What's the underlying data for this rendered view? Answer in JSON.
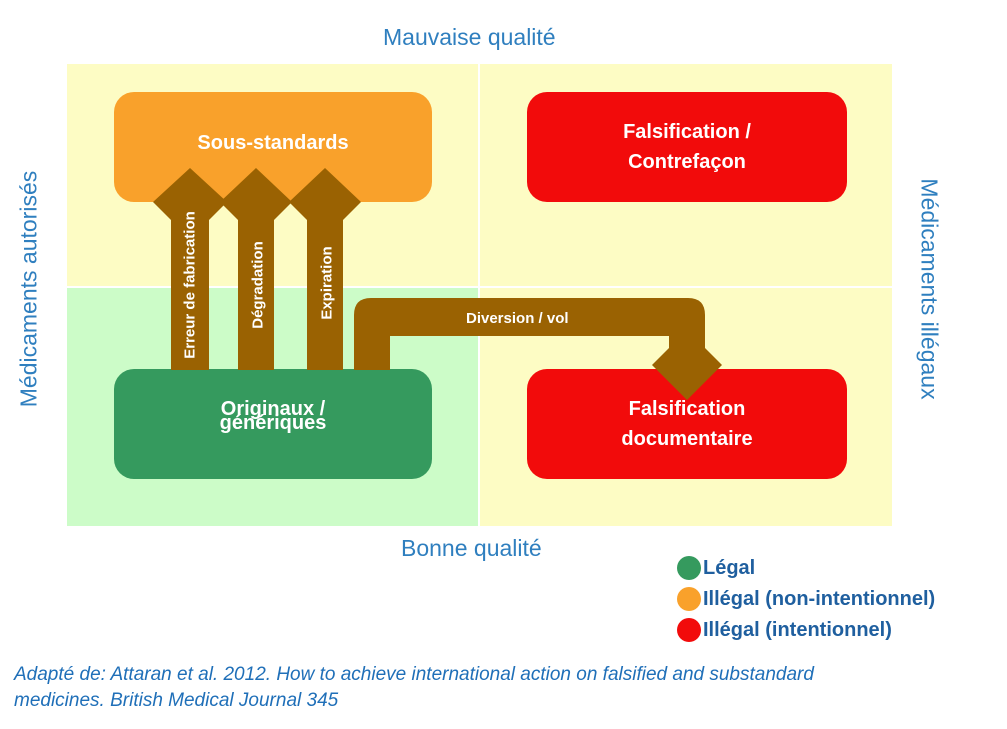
{
  "axes": {
    "top": "Mauvaise qualité",
    "bottom": "Bonne qualité",
    "left": "Médicaments autorisés",
    "right": "Médicaments illégaux"
  },
  "boxes": {
    "sous_standards": "Sous-standards",
    "contrefacon_line1": "Falsification /",
    "contrefacon_line2": "Contrefaçon",
    "originaux_line1": "Originaux /",
    "originaux_line2": "génériques",
    "documentaire_line1": "Falsification",
    "documentaire_line2": "documentaire"
  },
  "arrows": {
    "erreur": "Erreur de fabrication",
    "degradation": "Dégradation",
    "expiration": "Expiration",
    "diversion": "Diversion / vol"
  },
  "legend": [
    {
      "label": "Légal",
      "color": "#359a5e"
    },
    {
      "label": "Illégal (non-intentionnel)",
      "color": "#f9a12b"
    },
    {
      "label": "Illégal (intentionnel)",
      "color": "#f20b0b"
    }
  ],
  "source": {
    "line1": "Adapté de: Attaran et al. 2012. How to achieve international action on falsified and substandard",
    "line2": "medicines. British Medical Journal 345"
  },
  "colors": {
    "arrow": "#9a6202",
    "axis_text": "#2f7fbf"
  }
}
